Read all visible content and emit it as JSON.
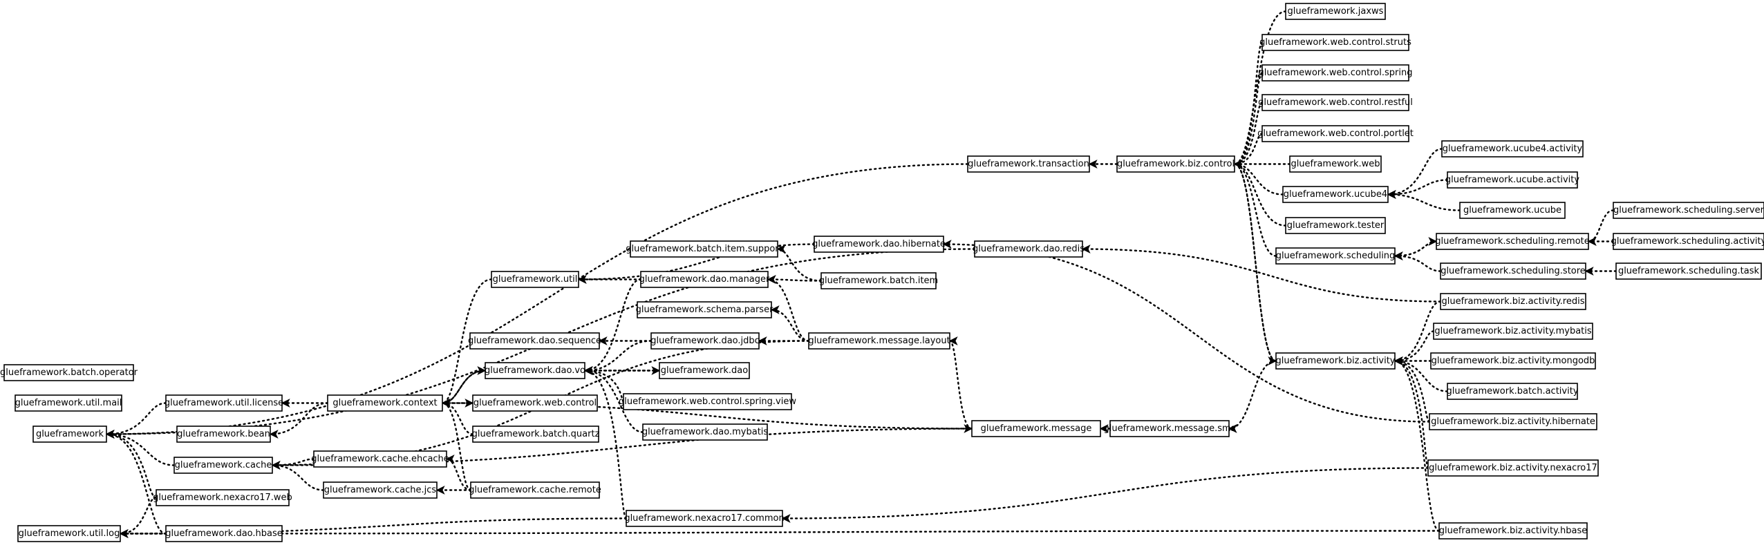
{
  "nodes": [
    {
      "id": "gf",
      "label": "glueframework"
    },
    {
      "id": "batch_operator",
      "label": "glueframework.batch.operator"
    },
    {
      "id": "util_mail",
      "label": "glueframework.util.mail"
    },
    {
      "id": "util_log",
      "label": "glueframework.util.log"
    },
    {
      "id": "util_license",
      "label": "glueframework.util.license"
    },
    {
      "id": "bean",
      "label": "glueframework.bean"
    },
    {
      "id": "cache",
      "label": "glueframework.cache"
    },
    {
      "id": "nexacro17_web",
      "label": "glueframework.nexacro17.web"
    },
    {
      "id": "dao_hbase",
      "label": "glueframework.dao.hbase"
    },
    {
      "id": "util",
      "label": "glueframework.util"
    },
    {
      "id": "dao_sequence",
      "label": "glueframework.dao.sequence"
    },
    {
      "id": "dao_vo",
      "label": "glueframework.dao.vo"
    },
    {
      "id": "context",
      "label": "glueframework.context"
    },
    {
      "id": "web_control",
      "label": "glueframework.web.control"
    },
    {
      "id": "batch_quartz",
      "label": "glueframework.batch.quartz"
    },
    {
      "id": "cache_ehcache",
      "label": "glueframework.cache.ehcache"
    },
    {
      "id": "cache_jcs",
      "label": "glueframework.cache.jcs"
    },
    {
      "id": "cache_remote",
      "label": "glueframework.cache.remote"
    },
    {
      "id": "batch_item_support",
      "label": "glueframework.batch.item.support"
    },
    {
      "id": "dao_manager",
      "label": "glueframework.dao.manager"
    },
    {
      "id": "schema_parser",
      "label": "glueframework.schema.parser"
    },
    {
      "id": "dao_jdbc",
      "label": "glueframework.dao.jdbc"
    },
    {
      "id": "dao",
      "label": "glueframework.dao"
    },
    {
      "id": "web_control_spring_view",
      "label": "glueframework.web.control.spring.view"
    },
    {
      "id": "dao_mybatis",
      "label": "glueframework.dao.mybatis"
    },
    {
      "id": "nexacro17_common",
      "label": "glueframework.nexacro17.common"
    },
    {
      "id": "dao_hibernate",
      "label": "glueframework.dao.hibernate"
    },
    {
      "id": "batch_item",
      "label": "glueframework.batch.item"
    },
    {
      "id": "message_layout",
      "label": "glueframework.message.layout"
    },
    {
      "id": "message",
      "label": "glueframework.message"
    },
    {
      "id": "transaction",
      "label": "glueframework.transaction"
    },
    {
      "id": "dao_redis",
      "label": "glueframework.dao.redis"
    },
    {
      "id": "message_sms",
      "label": "glueframework.message.sms"
    },
    {
      "id": "biz_control",
      "label": "glueframework.biz.control"
    },
    {
      "id": "jaxws",
      "label": "glueframework.jaxws"
    },
    {
      "id": "web_control_struts",
      "label": "glueframework.web.control.struts"
    },
    {
      "id": "web_control_spring",
      "label": "glueframework.web.control.spring"
    },
    {
      "id": "web_control_restful",
      "label": "glueframework.web.control.restful"
    },
    {
      "id": "web_control_portlet",
      "label": "glueframework.web.control.portlet"
    },
    {
      "id": "web",
      "label": "glueframework.web"
    },
    {
      "id": "ucube4",
      "label": "glueframework.ucube4"
    },
    {
      "id": "tester",
      "label": "glueframework.tester"
    },
    {
      "id": "scheduling",
      "label": "glueframework.scheduling"
    },
    {
      "id": "biz_activity",
      "label": "glueframework.biz.activity"
    },
    {
      "id": "ucube4_activity",
      "label": "glueframework.ucube4.activity"
    },
    {
      "id": "ucube_activity",
      "label": "glueframework.ucube.activity"
    },
    {
      "id": "ucube",
      "label": "glueframework.ucube"
    },
    {
      "id": "scheduling_remote",
      "label": "glueframework.scheduling.remote"
    },
    {
      "id": "scheduling_store",
      "label": "glueframework.scheduling.store"
    },
    {
      "id": "scheduling_server",
      "label": "glueframework.scheduling.server"
    },
    {
      "id": "scheduling_activity",
      "label": "glueframework.scheduling.activity"
    },
    {
      "id": "scheduling_task",
      "label": "glueframework.scheduling.task"
    },
    {
      "id": "biz_activity_redis",
      "label": "glueframework.biz.activity.redis"
    },
    {
      "id": "biz_activity_mybatis",
      "label": "glueframework.biz.activity.mybatis"
    },
    {
      "id": "biz_activity_mongodb",
      "label": "glueframework.biz.activity.mongodb"
    },
    {
      "id": "batch_activity",
      "label": "glueframework.batch.activity"
    },
    {
      "id": "biz_activity_hibernate",
      "label": "glueframework.biz.activity.hibernate"
    },
    {
      "id": "biz_activity_nexacro17",
      "label": "glueframework.biz.activity.nexacro17"
    },
    {
      "id": "biz_activity_hbase",
      "label": "glueframework.biz.activity.hbase"
    }
  ],
  "edges": [
    {
      "from": "transaction",
      "to": "gf"
    },
    {
      "from": "dao_redis",
      "to": "gf"
    },
    {
      "from": "util_license",
      "to": "gf"
    },
    {
      "from": "cache",
      "to": "gf"
    },
    {
      "from": "nexacro17_web",
      "to": "gf"
    },
    {
      "from": "dao_hbase",
      "to": "gf"
    },
    {
      "from": "nexacro17_web",
      "to": "util_log"
    },
    {
      "from": "dao_hbase",
      "to": "util_log"
    },
    {
      "from": "nexacro17_common",
      "to": "util_log"
    },
    {
      "from": "biz_activity_hbase",
      "to": "util_log"
    },
    {
      "from": "context",
      "to": "util_license"
    },
    {
      "from": "context",
      "to": "bean"
    },
    {
      "from": "cache_ehcache",
      "to": "cache"
    },
    {
      "from": "cache_jcs",
      "to": "cache"
    },
    {
      "from": "message_layout",
      "to": "cache"
    },
    {
      "from": "util",
      "to": "context"
    },
    {
      "from": "dao_vo",
      "to": "context"
    },
    {
      "from": "batch_quartz",
      "to": "context"
    },
    {
      "from": "cache_remote",
      "to": "context"
    },
    {
      "from": "message",
      "to": "context"
    },
    {
      "from": "context",
      "to": "dao_vo"
    },
    {
      "from": "context",
      "to": "web_control"
    },
    {
      "from": "cache_remote",
      "to": "cache_ehcache"
    },
    {
      "from": "cache_remote",
      "to": "cache_jcs"
    },
    {
      "from": "dao_manager",
      "to": "util"
    },
    {
      "from": "dao_hibernate",
      "to": "util"
    },
    {
      "from": "dao_jdbc",
      "to": "dao_sequence"
    },
    {
      "from": "dao_jdbc",
      "to": "dao_vo"
    },
    {
      "from": "dao_manager",
      "to": "dao_vo"
    },
    {
      "from": "dao",
      "to": "dao_vo"
    },
    {
      "from": "web_control_spring_view",
      "to": "dao_vo"
    },
    {
      "from": "dao_mybatis",
      "to": "dao_vo"
    },
    {
      "from": "nexacro17_common",
      "to": "dao_vo"
    },
    {
      "from": "dao_vo",
      "to": "dao"
    },
    {
      "from": "batch_item",
      "to": "batch_item_support"
    },
    {
      "from": "batch_item",
      "to": "dao_manager"
    },
    {
      "from": "message_layout",
      "to": "dao_manager"
    },
    {
      "from": "message_layout",
      "to": "schema_parser"
    },
    {
      "from": "message_layout",
      "to": "dao_jdbc"
    },
    {
      "from": "message",
      "to": "message_layout"
    },
    {
      "from": "cache",
      "to": "message"
    },
    {
      "from": "message_sms",
      "to": "message"
    },
    {
      "from": "biz_control",
      "to": "transaction"
    },
    {
      "from": "biz_activity_redis",
      "to": "dao_redis"
    },
    {
      "from": "biz_activity_hibernate",
      "to": "dao_hibernate"
    },
    {
      "from": "biz_activity_nexacro17",
      "to": "nexacro17_common"
    },
    {
      "from": "biz_activity",
      "to": "message_sms"
    },
    {
      "from": "jaxws",
      "to": "biz_control"
    },
    {
      "from": "web_control_struts",
      "to": "biz_control"
    },
    {
      "from": "web_control_spring",
      "to": "biz_control"
    },
    {
      "from": "web_control_restful",
      "to": "biz_control"
    },
    {
      "from": "web_control_portlet",
      "to": "biz_control"
    },
    {
      "from": "web",
      "to": "biz_control"
    },
    {
      "from": "ucube4",
      "to": "biz_control"
    },
    {
      "from": "tester",
      "to": "biz_control"
    },
    {
      "from": "scheduling",
      "to": "biz_control"
    },
    {
      "from": "biz_activity",
      "to": "biz_control"
    },
    {
      "from": "biz_control",
      "to": "biz_activity"
    },
    {
      "from": "ucube4_activity",
      "to": "ucube4"
    },
    {
      "from": "ucube_activity",
      "to": "ucube4"
    },
    {
      "from": "ucube",
      "to": "ucube4"
    },
    {
      "from": "scheduling_remote",
      "to": "scheduling"
    },
    {
      "from": "scheduling_store",
      "to": "scheduling"
    },
    {
      "from": "scheduling",
      "to": "scheduling_remote"
    },
    {
      "from": "scheduling_server",
      "to": "scheduling_remote"
    },
    {
      "from": "scheduling_activity",
      "to": "scheduling_remote"
    },
    {
      "from": "scheduling_task",
      "to": "scheduling_store"
    },
    {
      "from": "biz_activity_redis",
      "to": "biz_activity"
    },
    {
      "from": "biz_activity_mybatis",
      "to": "biz_activity"
    },
    {
      "from": "biz_activity_mongodb",
      "to": "biz_activity"
    },
    {
      "from": "batch_activity",
      "to": "biz_activity"
    },
    {
      "from": "biz_activity_hibernate",
      "to": "biz_activity"
    },
    {
      "from": "biz_activity_nexacro17",
      "to": "biz_activity"
    },
    {
      "from": "biz_activity_hbase",
      "to": "biz_activity"
    }
  ]
}
